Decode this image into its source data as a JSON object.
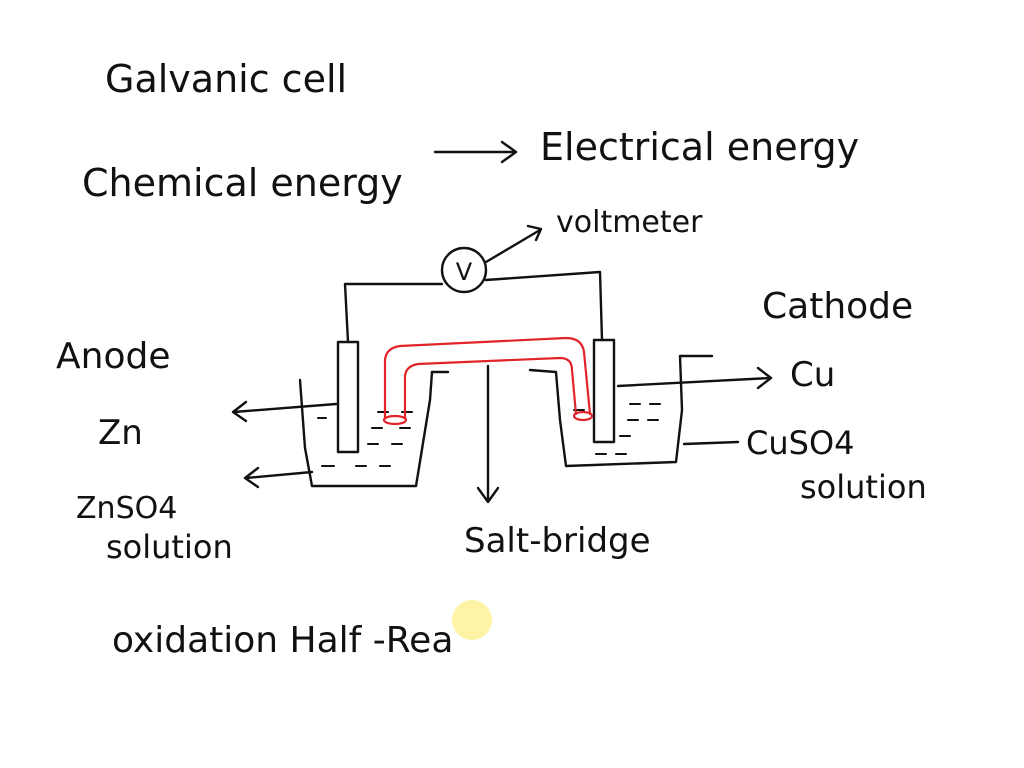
{
  "diagram": {
    "title": "Galvanic cell",
    "conversion": {
      "from": "Chemical energy",
      "to": "Electrical energy"
    },
    "labels": {
      "voltmeter": "voltmeter",
      "voltmeter_symbol": "V",
      "anode": "Anode",
      "anode_metal": "Zn",
      "anode_solution_line1": "ZnSO4",
      "anode_solution_line2": "solution",
      "cathode": "Cathode",
      "cathode_metal": "Cu",
      "cathode_solution_line1": "CuSO4",
      "cathode_solution_line2": "solution",
      "salt_bridge": "Salt-bridge"
    },
    "footer_text": "oxidation Half -Rea",
    "colors": {
      "ink": "#111111",
      "salt_bridge": "#e0242a",
      "cursor_highlight": "#fff3a6"
    }
  }
}
